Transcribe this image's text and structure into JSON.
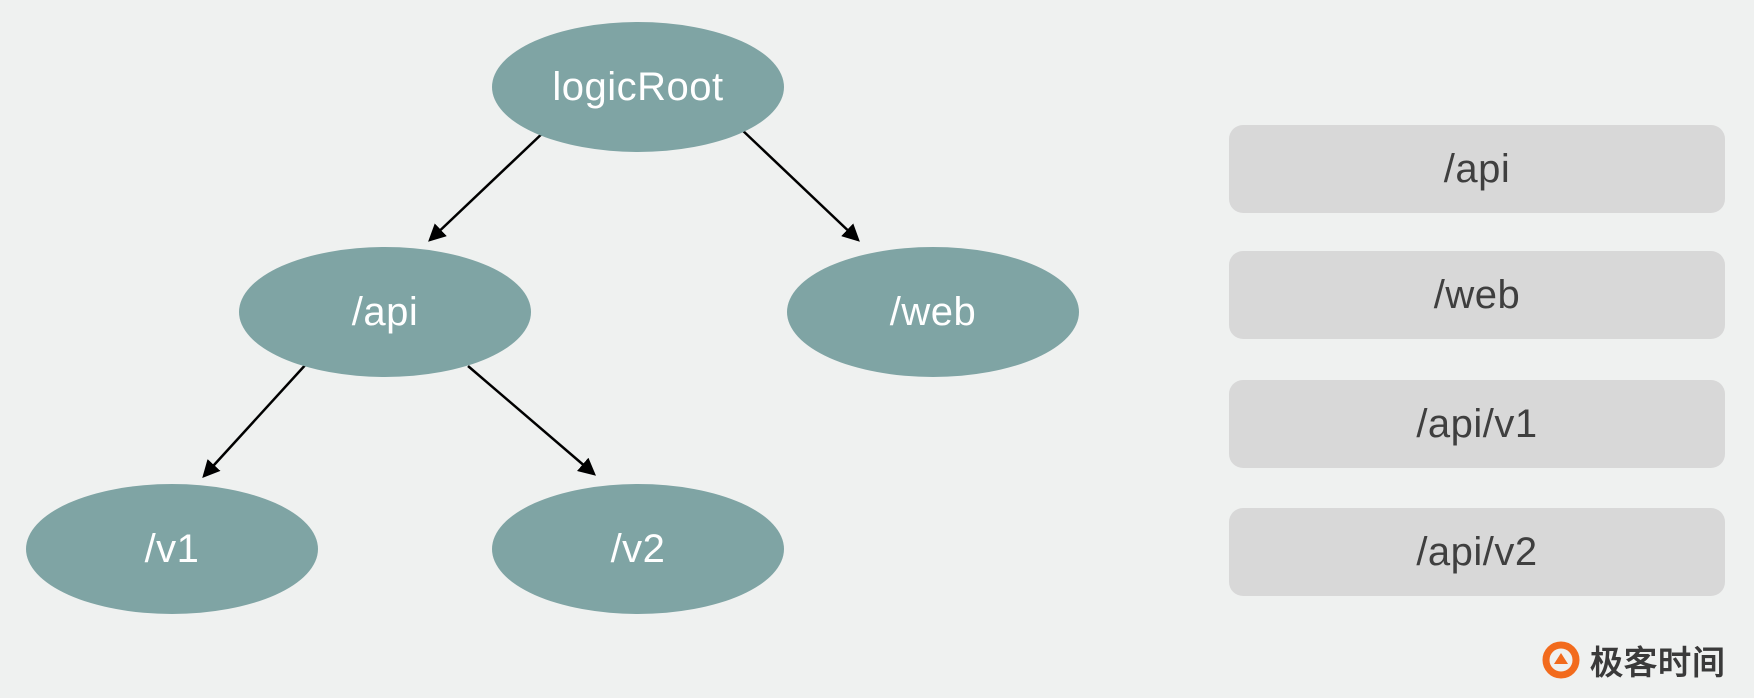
{
  "diagram": {
    "nodes": {
      "root": {
        "label": "logicRoot"
      },
      "api": {
        "label": "/api"
      },
      "web": {
        "label": "/web"
      },
      "v1": {
        "label": "/v1"
      },
      "v2": {
        "label": "/v2"
      }
    },
    "edges": [
      {
        "from": "logicRoot",
        "to": "/api"
      },
      {
        "from": "logicRoot",
        "to": "/web"
      },
      {
        "from": "/api",
        "to": "/v1"
      },
      {
        "from": "/api",
        "to": "/v2"
      }
    ]
  },
  "paths_panel": {
    "items": [
      {
        "label": "/api"
      },
      {
        "label": "/web"
      },
      {
        "label": "/api/v1"
      },
      {
        "label": "/api/v2"
      }
    ]
  },
  "branding": {
    "logo_text": "极客时间"
  },
  "colors": {
    "background": "#eff1f0",
    "node_fill": "#7fa4a4",
    "node_text": "#ffffff",
    "box_fill": "#d8d8d8",
    "box_text": "#3f3f3f",
    "arrow": "#000000",
    "logo_accent": "#f26b1d",
    "logo_text_color": "#3a3a3a"
  }
}
